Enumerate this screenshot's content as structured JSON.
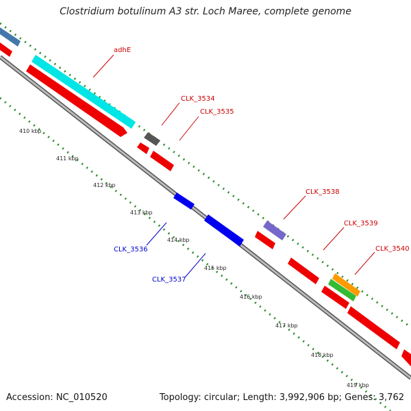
{
  "title": "Clostridium botulinum A3 str. Loch Maree, complete genome",
  "accession": "Accession: NC_010520",
  "topology": "Topology: circular; Length: 3,992,906 bp; Genes: 3,762",
  "ticks": [
    "410 kbp",
    "411 kbp",
    "412 kbp",
    "413 kbp",
    "414 kbp",
    "415 kbp",
    "416 kbp",
    "417 kbp",
    "418 kbp",
    "419 kbp"
  ],
  "genes": [
    {
      "name": "adhE",
      "color": "#cc0000"
    },
    {
      "name": "CLK_3534",
      "color": "#cc0000"
    },
    {
      "name": "CLK_3535",
      "color": "#cc0000"
    },
    {
      "name": "CLK_3536",
      "color": "#0000cc"
    },
    {
      "name": "CLK_3537",
      "color": "#0000cc"
    },
    {
      "name": "CLK_3538",
      "color": "#cc0000"
    },
    {
      "name": "CLK_3539",
      "color": "#cc0000"
    },
    {
      "name": "CLK_3540",
      "color": "#cc0000"
    }
  ],
  "colors": {
    "backbone": "#888888",
    "forward": "#ff0000",
    "reverse": "#0000ff",
    "cyan": "#00e5e5",
    "grey": "#555555",
    "purple": "#7766cc",
    "orange": "#ff9900",
    "green": "#33bb33",
    "steel": "#4477aa",
    "dots": "#2a8a2a"
  }
}
